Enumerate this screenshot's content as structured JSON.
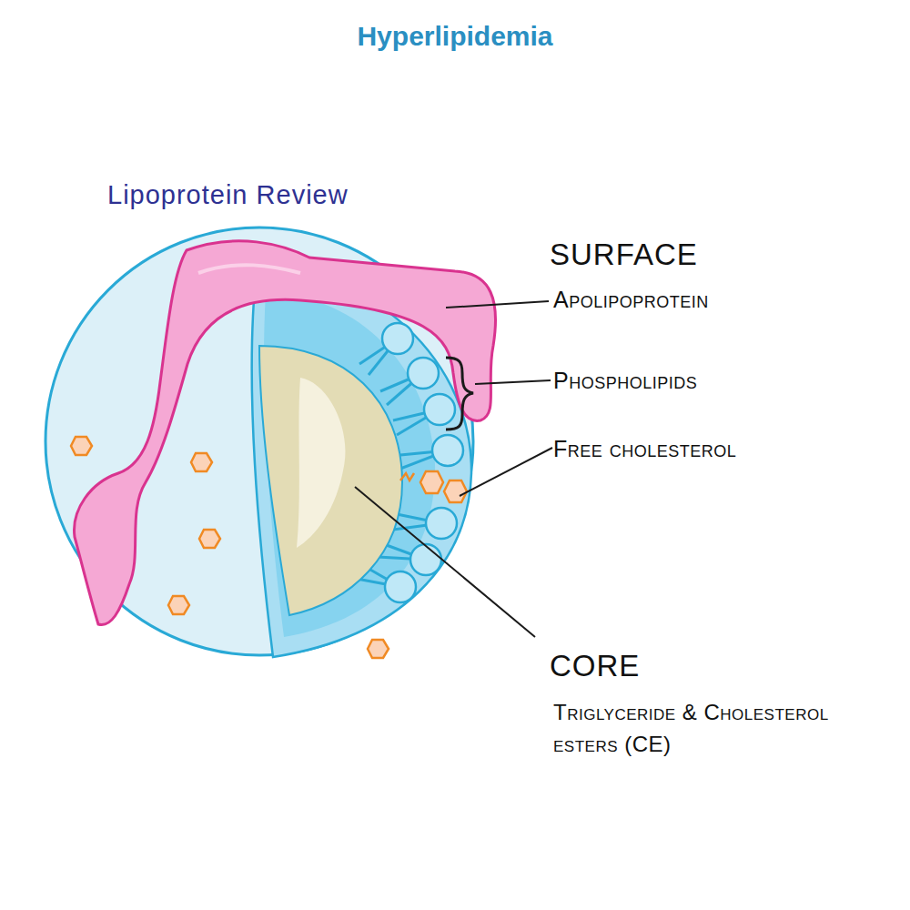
{
  "diagram": {
    "title": "Hyperlipidemia",
    "labels": [
      "Lipoprotein Review",
      "SURFACE",
      "Apolipoprotein",
      "Phospholipids",
      "Free cholesterol",
      "CORE",
      "Triglyceride & Cholesterol esters (CE)"
    ]
  }
}
